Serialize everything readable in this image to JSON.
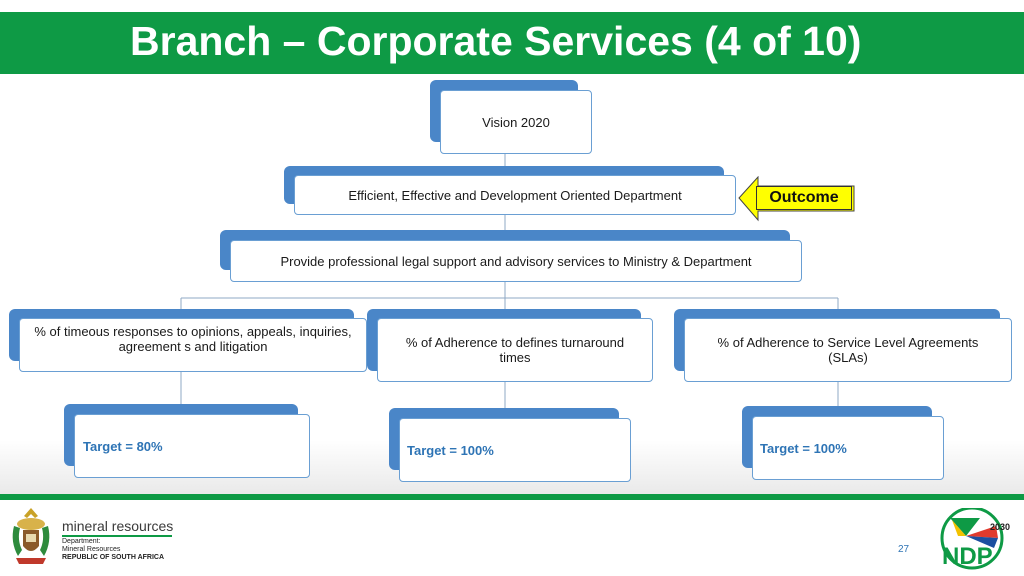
{
  "slide": {
    "title": "Branch – Corporate Services (4 of 10)",
    "page_number": "27"
  },
  "diagram": {
    "vision": "Vision 2020",
    "outcome_text": "Efficient, Effective and Development Oriented Department",
    "outcome_label": "Outcome",
    "mandate": "Provide professional legal support and advisory services to Ministry & Department",
    "indicators": [
      "% of timeous responses to opinions, appeals, inquiries, agreement s and litigation",
      "% of Adherence to defines turnaround times",
      "% of Adherence to Service Level Agreements (SLAs)"
    ],
    "targets": [
      "Target = 80%",
      "Target = 100%",
      "Target = 100%"
    ]
  },
  "footer": {
    "brand": "mineral resources",
    "dept_line1": "Department:",
    "dept_line2": "Mineral Resources",
    "dept_line3": "REPUBLIC OF SOUTH AFRICA",
    "ndp_logo_text": "NDP",
    "ndp_year": "2030"
  },
  "colors": {
    "header_green": "#0e9a45",
    "tab_blue": "#4a86c8",
    "box_border": "#6a9fd3",
    "target_text": "#2e74b5",
    "outcome_yellow": "#ffff00"
  }
}
